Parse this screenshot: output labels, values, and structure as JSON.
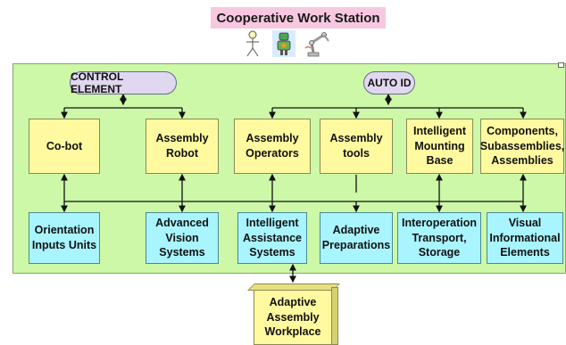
{
  "title": "Cooperative Work Station",
  "icons": [
    "stick-figure-icon",
    "robot-icon",
    "robot-arm-icon"
  ],
  "pills": {
    "control": "CONTROL ELEMENT",
    "auto_id": "AUTO ID"
  },
  "top_boxes": [
    {
      "label": "Co-bot"
    },
    {
      "label": "Assembly Robot"
    },
    {
      "label": "Assembly Operators"
    },
    {
      "label": "Assembly tools"
    },
    {
      "label": "Intelligent Mounting Base"
    },
    {
      "label": "Components, Subassemblies, Assemblies"
    }
  ],
  "bottom_boxes": [
    {
      "label": "Orientation Inputs Units"
    },
    {
      "label": "Advanced Vision Systems"
    },
    {
      "label": "Intelligent Assistance Systems"
    },
    {
      "label": "Adaptive Preparations"
    },
    {
      "label": "Interoperation Transport, Storage"
    },
    {
      "label": "Visual Informational Elements"
    }
  ],
  "workplace": "Adaptive Assembly Workplace",
  "colors": {
    "panel": "#ccf8a8",
    "top_box": "#fffaa0",
    "bottom_box": "#a8f4ff",
    "pill": "#e0d8f0",
    "title_bg": "#f8c8e0"
  }
}
